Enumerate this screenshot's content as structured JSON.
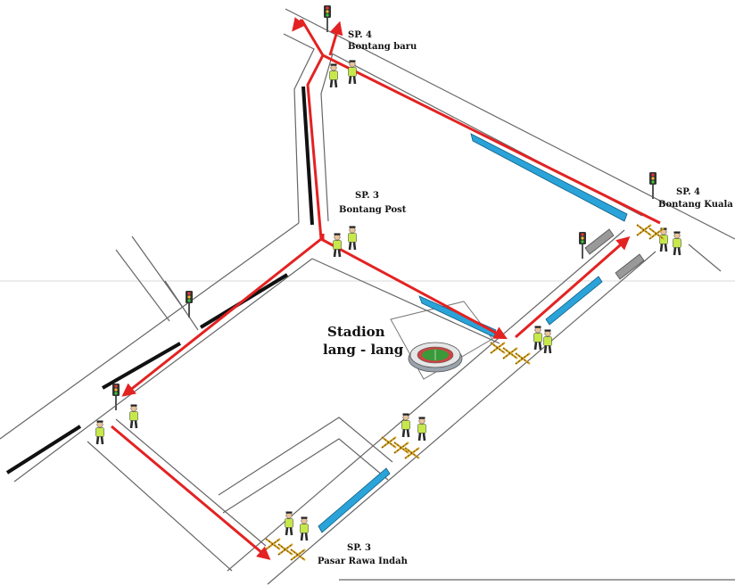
{
  "labels": {
    "sp4_top_code": "SP. 4",
    "sp4_top_name": "Bontang baru",
    "sp4_right_code": "SP. 4",
    "sp4_right_name": "Bontang Kuala",
    "sp3_mid_code": "SP. 3",
    "sp3_mid_name": "Bontang Post",
    "sp3_bottom_code": "SP. 3",
    "sp3_bottom_name": "Pasar Rawa Indah",
    "stadium_line1": "Stadion",
    "stadium_line2": "lang - lang"
  },
  "colors": {
    "route": "#e32222",
    "barrier": "#2aa3d8",
    "road_edge": "#666666",
    "no_parking": "#111111",
    "police_vest": "#c6e84a",
    "police_uniform": "#2b2b2b"
  },
  "icons": [
    "traffic-light-icon",
    "police-officer-icon",
    "road-barrier-icon",
    "stadium-icon",
    "route-arrow-icon"
  ]
}
